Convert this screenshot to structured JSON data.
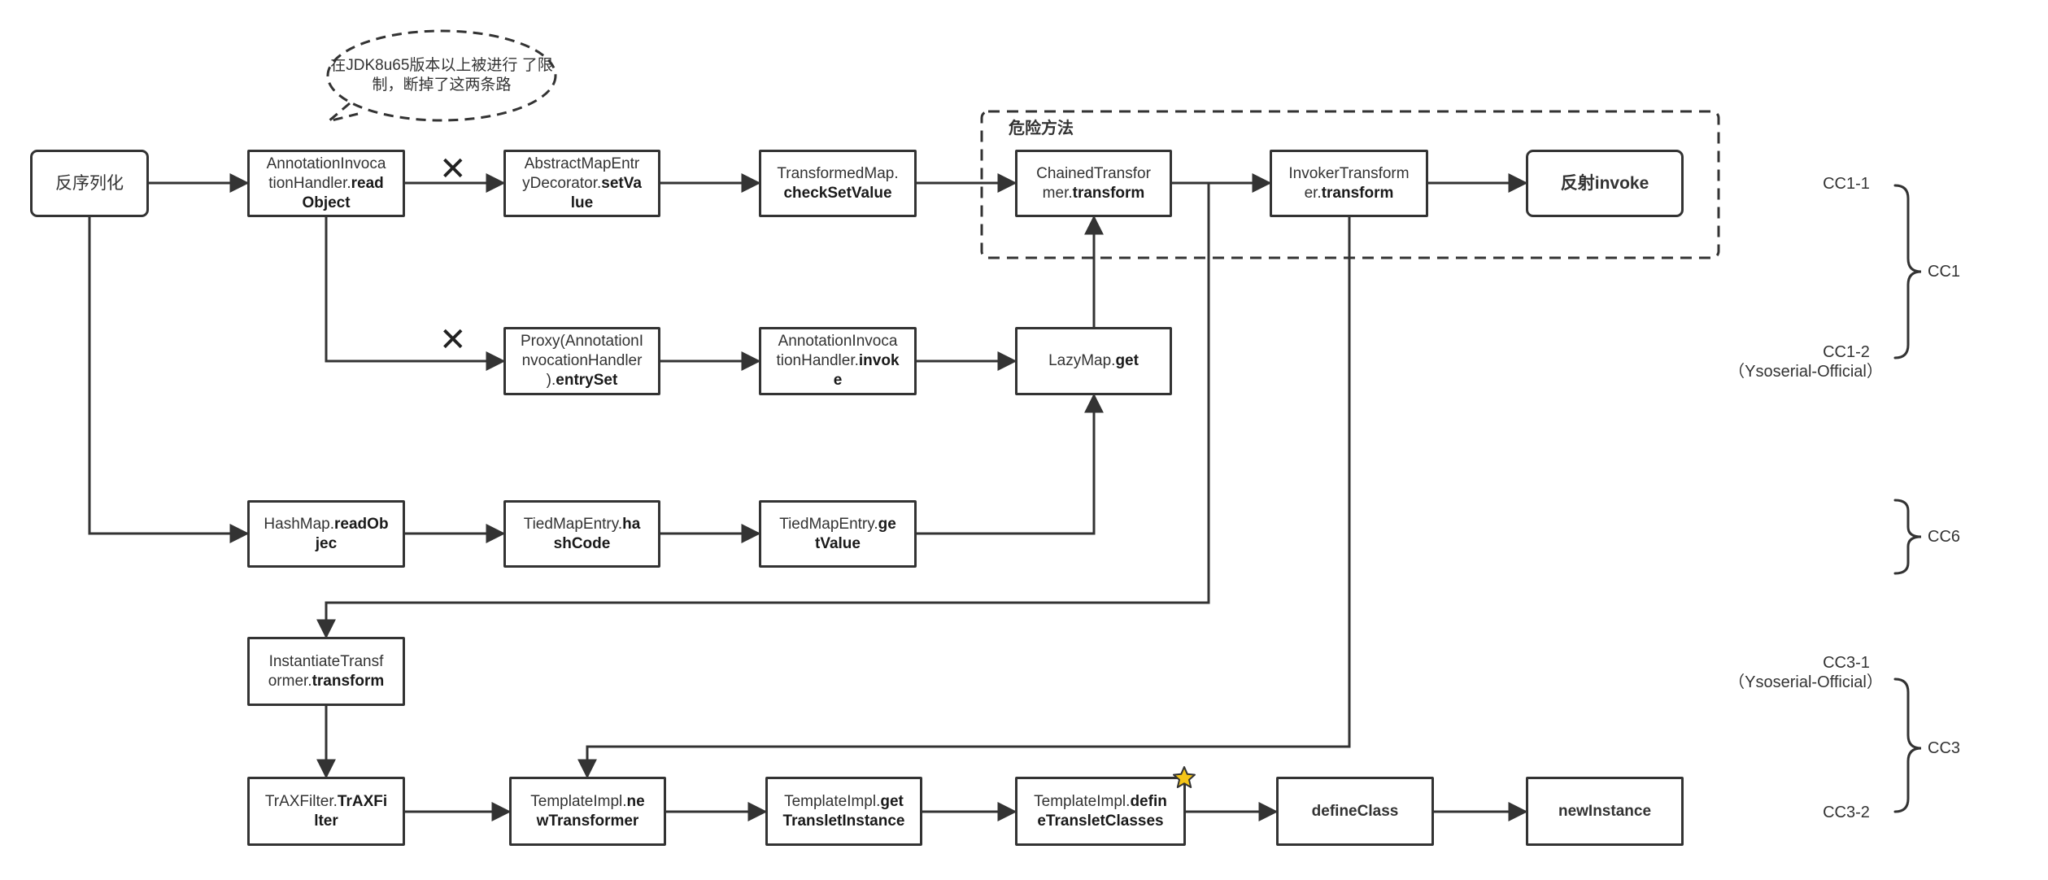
{
  "nodes": {
    "deserialize": "反序列化",
    "annotation_readobject": {
      "pre": "AnnotationInvoca",
      "mid_pre": "tionHandler.",
      "mid_bold": "read",
      "post_bold": "Object"
    },
    "abstractmap_setvalue": {
      "pre": "AbstractMapEntr",
      "mid_pre": "yDecorator.",
      "mid_bold": "setVa",
      "post_bold": "lue"
    },
    "transformedmap_checksetvalue": {
      "pre": "TransformedMap.",
      "bold": "checkSetValue"
    },
    "chained_transform": {
      "pre": "ChainedTransfor",
      "mid_pre": "mer.",
      "mid_bold": "transform"
    },
    "invoker_transform": {
      "pre": "InvokerTransform",
      "mid_pre": "er.",
      "mid_bold": "transform"
    },
    "reflect_invoke": "反射invoke",
    "proxy_entryset": {
      "l1": "Proxy(AnnotationI",
      "l2": "nvocationHandler",
      "l3_pre": ").",
      "l3_bold": "entrySet"
    },
    "annotation_invoke": {
      "pre": "AnnotationInvoca",
      "mid_pre": "tionHandler.",
      "mid_bold": "invok",
      "post_bold": "e"
    },
    "lazymap_get": {
      "pre": "LazyMap.",
      "bold": "get"
    },
    "hashmap_readobject": {
      "pre": "HashMap.",
      "bold": "readOb",
      "post_bold": "jec"
    },
    "tiedmapentry_hashcode": {
      "pre": "TiedMapEntry.",
      "bold": "ha",
      "post_bold": "shCode"
    },
    "tiedmapentry_getvalue": {
      "pre": "TiedMapEntry.",
      "bold": "ge",
      "post_bold": "tValue"
    },
    "instantiate_transform": {
      "pre": "InstantiateTransf",
      "mid_pre": "ormer.",
      "mid_bold": "transform"
    },
    "traxfilter": {
      "pre": "TrAXFilter.",
      "bold": "TrAXFi",
      "post_bold": "lter"
    },
    "templateimpl_newtransformer": {
      "pre": "TemplateImpl.",
      "bold": "ne",
      "post_bold": "wTransformer"
    },
    "templateimpl_gettransletinstance": {
      "pre": "TemplateImpl.",
      "bold": "get",
      "post_bold": "TransletInstance"
    },
    "templateimpl_definetransletclasses": {
      "pre": "TemplateImpl.",
      "bold": "defin",
      "post_bold": "eTransletClasses"
    },
    "defineclass": "defineClass",
    "newinstance": "newInstance"
  },
  "annotations": {
    "note_text_l1": "在JDK8u65版本以上被进行",
    "note_text_l2": "了限制，断掉了这两条路",
    "danger_group_label": "危险方法",
    "cross_symbol": "✕"
  },
  "chain_labels": {
    "cc1_1": "CC1-1",
    "cc1_2": "CC1-2",
    "cc1_2_sub": "（Ysoserial-Official）",
    "cc1": "CC1",
    "cc6": "CC6",
    "cc3_1": "CC3-1",
    "cc3_1_sub": "（Ysoserial-Official）",
    "cc3": "CC3",
    "cc3_2": "CC3-2"
  },
  "colors": {
    "stroke": "#333333",
    "star_fill": "#F5C518",
    "star_stroke": "#333333"
  }
}
